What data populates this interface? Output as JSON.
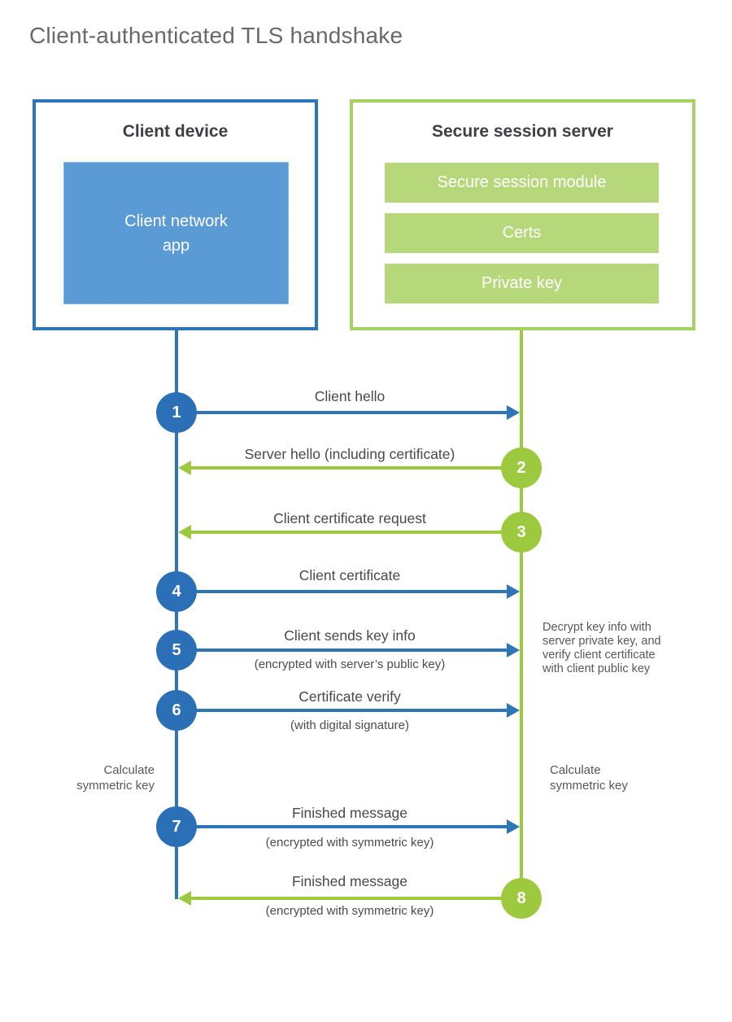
{
  "title": "Client-authenticated TLS handshake",
  "colors": {
    "blue": "#2e75b6",
    "blue_fill": "#5b9bd5",
    "green_border": "#a5d261",
    "green_bar": "#b6d87a",
    "green_accent": "#9cc93e"
  },
  "client": {
    "title": "Client device",
    "app_label": "Client network\napp"
  },
  "server": {
    "title": "Secure session server",
    "modules": [
      "Secure session module",
      "Certs",
      "Private key"
    ]
  },
  "steps": [
    {
      "number": "1",
      "label": "Client hello",
      "direction": "right",
      "actor": "client"
    },
    {
      "number": "2",
      "label": "Server hello (including certificate)",
      "direction": "left",
      "actor": "server"
    },
    {
      "number": "3",
      "label": "Client certificate request",
      "direction": "left",
      "actor": "server"
    },
    {
      "number": "4",
      "label": "Client certificate",
      "direction": "right",
      "actor": "client"
    },
    {
      "number": "5",
      "label": "Client sends key info",
      "sublabel": "(encrypted with server’s public key)",
      "direction": "right",
      "actor": "client"
    },
    {
      "number": "6",
      "label": "Certificate verify",
      "sublabel": "(with digital signature)",
      "direction": "right",
      "actor": "client"
    },
    {
      "number": "7",
      "label": "Finished message",
      "sublabel": "(encrypted with symmetric key)",
      "direction": "right",
      "actor": "client"
    },
    {
      "number": "8",
      "label": "Finished message",
      "sublabel": "(encrypted with symmetric key)",
      "direction": "left",
      "actor": "server"
    }
  ],
  "notes": {
    "client_calculate": "Calculate\nsymmetric key",
    "server_calculate": "Calculate\nsymmetric key",
    "server_decrypt": "Decrypt key info with\nserver private key, and\nverify client certificate\nwith client public key"
  }
}
